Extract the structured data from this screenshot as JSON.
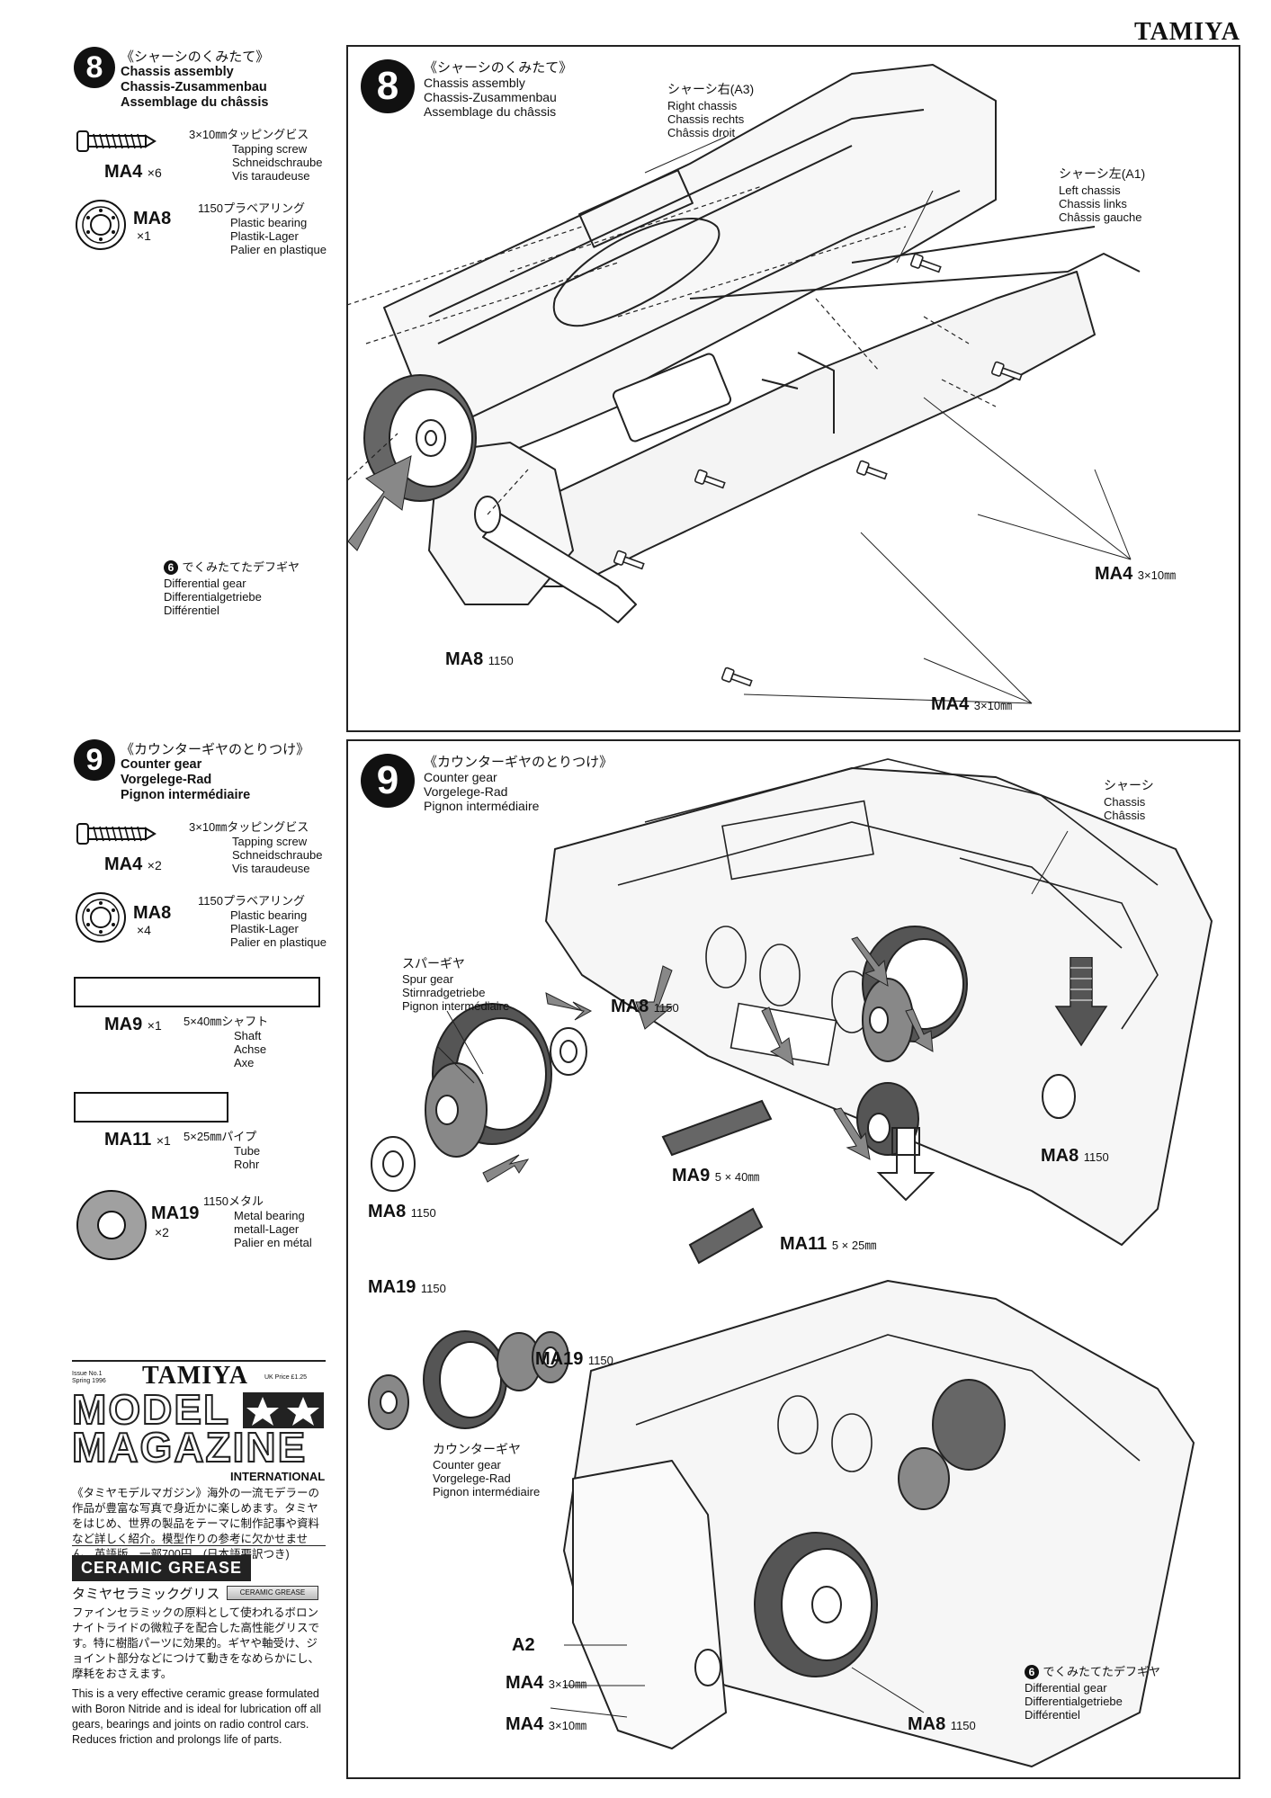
{
  "brand": "TAMIYA",
  "step8": {
    "number": "8",
    "title_jp": "《シャーシのくみたて》",
    "title_en": "Chassis assembly",
    "title_de": "Chassis-Zusammenbau",
    "title_fr": "Assemblage du châssis",
    "parts": [
      {
        "code": "MA4",
        "qty": "×6",
        "name_jp": "3×10㎜タッピングビス",
        "name_en": "Tapping screw",
        "name_de": "Schneidschraube",
        "name_fr": "Vis taraudeuse"
      },
      {
        "code": "MA8",
        "qty": "×1",
        "name_jp": "1150プラベアリング",
        "name_en": "Plastic bearing",
        "name_de": "Plastik-Lager",
        "name_fr": "Palier en plastique"
      }
    ],
    "labels": {
      "right_chassis_jp": "シャーシ右(A3)",
      "right_chassis_en": "Right chassis",
      "right_chassis_de": "Chassis rechts",
      "right_chassis_fr": "Châssis droit",
      "left_chassis_jp": "シャーシ左(A1)",
      "left_chassis_en": "Left chassis",
      "left_chassis_de": "Chassis links",
      "left_chassis_fr": "Châssis gauche",
      "diff_num": "6",
      "diff_jp": "でくみたてたデフギヤ",
      "diff_en": "Differential gear",
      "diff_de": "Differentialgetriebe",
      "diff_fr": "Différentiel",
      "ma8": "MA8",
      "ma8_size": "1150",
      "ma4_a": "MA4",
      "ma4_a_size": "3×10㎜",
      "ma4_b": "MA4",
      "ma4_b_size": "3×10㎜"
    }
  },
  "step9": {
    "number": "9",
    "title_jp": "《カウンターギヤのとりつけ》",
    "title_en": "Counter gear",
    "title_de": "Vorgelege-Rad",
    "title_fr": "Pignon intermédiaire",
    "parts": [
      {
        "code": "MA4",
        "qty": "×2",
        "name_jp": "3×10㎜タッピングビス",
        "name_en": "Tapping screw",
        "name_de": "Schneidschraube",
        "name_fr": "Vis taraudeuse"
      },
      {
        "code": "MA8",
        "qty": "×4",
        "name_jp": "1150プラベアリング",
        "name_en": "Plastic bearing",
        "name_de": "Plastik-Lager",
        "name_fr": "Palier en plastique"
      },
      {
        "code": "MA9",
        "qty": "×1",
        "name_jp": "5×40㎜シャフト",
        "name_en": "Shaft",
        "name_de": "Achse",
        "name_fr": "Axe"
      },
      {
        "code": "MA11",
        "qty": "×1",
        "name_jp": "5×25㎜パイプ",
        "name_en": "Tube",
        "name_de": "Rohr",
        "name_fr": ""
      },
      {
        "code": "MA19",
        "qty": "×2",
        "name_jp": "1150メタル",
        "name_en": "Metal bearing",
        "name_de": "metall-Lager",
        "name_fr": "Palier en métal"
      }
    ],
    "labels": {
      "chassis_jp": "シャーシ",
      "chassis_en": "Chassis",
      "chassis_fr": "Châssis",
      "spur_jp": "スパーギヤ",
      "spur_en": "Spur gear",
      "spur_de": "Stirnradgetriebe",
      "spur_fr": "Pignon intermédiaire",
      "ma8_top": "MA8",
      "ma8_top_size": "1150",
      "ma8_left": "MA8",
      "ma8_left_size": "1150",
      "ma8_right": "MA8",
      "ma8_right_size": "1150",
      "ma9": "MA9",
      "ma9_size": "5 × 40㎜",
      "ma11": "MA11",
      "ma11_size": "5 × 25㎜",
      "ma19_a": "MA19",
      "ma19_a_size": "1150",
      "ma19_b": "MA19",
      "ma19_b_size": "1150",
      "counter_jp": "カウンターギヤ",
      "counter_en": "Counter gear",
      "counter_de": "Vorgelege-Rad",
      "counter_fr": "Pignon intermédiaire",
      "ma4_top": "MA4",
      "ma4_top_size": "3×10㎜",
      "a2": "A2",
      "ma4_bottom": "MA4",
      "ma4_bottom_size": "3×10㎜",
      "diff_num": "6",
      "diff_jp": "でくみたてたデフギヤ",
      "diff_en": "Differential gear",
      "diff_de": "Differentialgetriebe",
      "diff_fr": "Différentiel",
      "ma8_bottom": "MA8",
      "ma8_bottom_size": "1150"
    }
  },
  "magazine": {
    "issue": "Issue No.1",
    "season": "Spring 1996",
    "brand": "TAMIYA",
    "price": "UK Price £1.25",
    "word1": "MODEL",
    "word2": "MAGAZINE",
    "international": "INTERNATIONAL",
    "desc_jp": "《タミヤモデルマガジン》海外の一流モデラーの作品が豊富な写真で身近かに楽しめます。タミヤをはじめ、世界の製品をテーマに制作記事や資料など詳しく紹介。模型作りの参考に欠かせません。英語版、一部700円。(日本語要訳つき)"
  },
  "grease": {
    "logo": "CERAMIC GREASE",
    "tube_label": "CERAMIC GREASE",
    "name_jp": "タミヤセラミックグリス",
    "desc_jp": "ファインセラミックの原料として使われるボロンナイトライドの微粒子を配合した高性能グリスです。特に樹脂パーツに効果的。ギヤや軸受け、ジョイント部分などにつけて動きをなめらかにし、摩耗をおさえます。",
    "desc_en": "This is a very effective ceramic grease formulated with Boron Nitride and is ideal for lubrication off all gears, bearings and joints on radio control cars. Reduces friction and prolongs life of parts."
  }
}
